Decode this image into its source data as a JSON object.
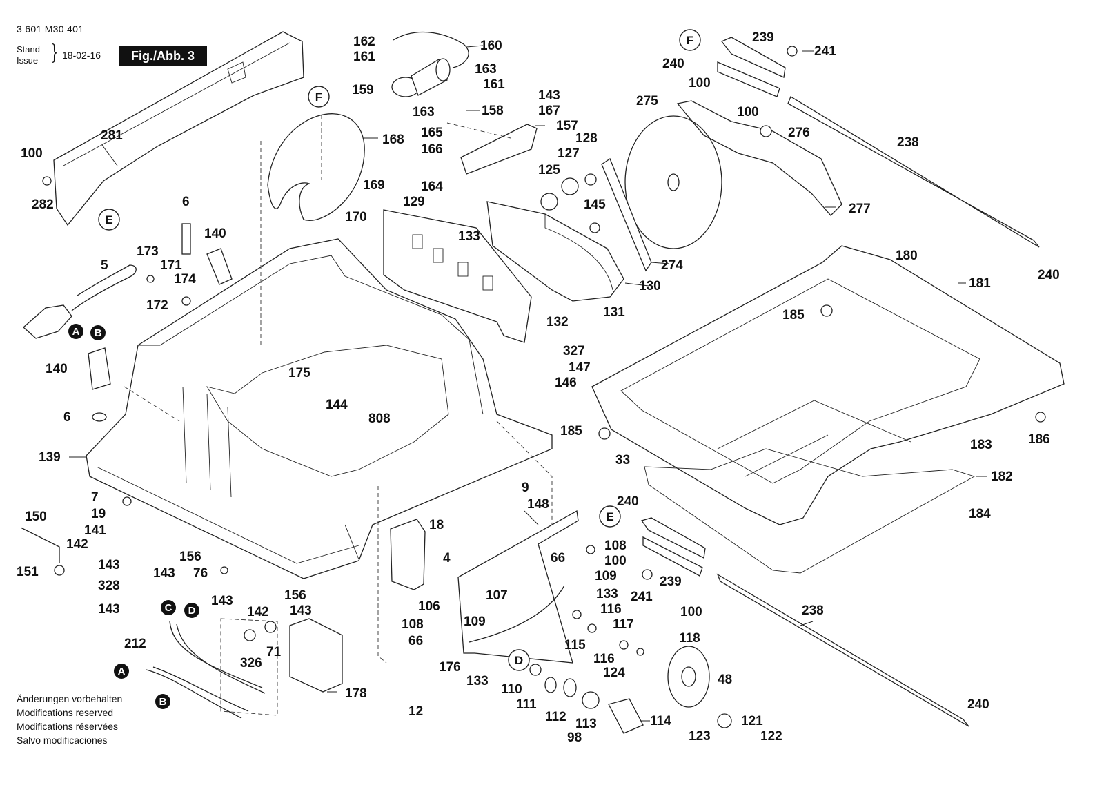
{
  "header": {
    "doc_number": "3 601 M30 401",
    "stand_label": "Stand",
    "issue_label": "Issue",
    "date": "18-02-16",
    "figure_label": "Fig./Abb. 3"
  },
  "disclaimer": [
    "Änderungen vorbehalten",
    "Modifications reserved",
    "Modifications réservées",
    "Salvo modificaciones"
  ],
  "part_labels": {
    "p281": "281",
    "p100a": "100",
    "p282": "282",
    "p6a": "6",
    "p140a": "140",
    "p173": "173",
    "p171": "171",
    "p5": "5",
    "p174": "174",
    "p172": "172",
    "p140b": "140",
    "p6b": "6",
    "p139": "139",
    "p7": "7",
    "p19": "19",
    "p150": "150",
    "p141": "141",
    "p142a": "142",
    "p156a": "156",
    "p151": "151",
    "p143a": "143",
    "p143b": "143",
    "p76": "76",
    "p328": "328",
    "p143c": "143",
    "p143d": "143",
    "p142b": "142",
    "p156b": "156",
    "p143e": "143",
    "p212": "212",
    "p326": "326",
    "p71": "71",
    "p178": "178",
    "p162": "162",
    "p160": "160",
    "p161a": "161",
    "p163a": "163",
    "p161b": "161",
    "p159": "159",
    "p163b": "163",
    "p158": "158",
    "p168": "168",
    "p165": "165",
    "p166": "166",
    "p164": "164",
    "p169": "169",
    "p170": "170",
    "p129": "129",
    "p133a": "133",
    "p175": "175",
    "p144": "144",
    "p808": "808",
    "p143f": "143",
    "p167": "167",
    "p157": "157",
    "p128": "128",
    "p127": "127",
    "p125": "125",
    "p145": "145",
    "p130": "130",
    "p132": "132",
    "p131": "131",
    "p327": "327",
    "p147": "147",
    "p146": "146",
    "p9": "9",
    "p148": "148",
    "p18": "18",
    "p4": "4",
    "p275": "275",
    "p274": "274",
    "p239a": "239",
    "p241a": "241",
    "p240a": "240",
    "p100b": "100",
    "p100c": "100",
    "p276": "276",
    "p277": "277",
    "p238a": "238",
    "p240b": "240",
    "p180": "180",
    "p181": "181",
    "p185a": "185",
    "p185b": "185",
    "p33": "33",
    "p186": "186",
    "p183": "183",
    "p182": "182",
    "p184": "184",
    "p240c": "240",
    "p108a": "108",
    "p100d": "100",
    "p66a": "66",
    "p109a": "109",
    "p107": "107",
    "p133b": "133",
    "p106": "106",
    "p108b": "108",
    "p109b": "109",
    "p66b": "66",
    "p176": "176",
    "p133c": "133",
    "p12": "12",
    "p239b": "239",
    "p241b": "241",
    "p100e": "100",
    "p238b": "238",
    "p240d": "240",
    "p116a": "116",
    "p115": "115",
    "p117": "117",
    "p116b": "116",
    "p124": "124",
    "p118": "118",
    "p48": "48",
    "p121": "121",
    "p123": "123",
    "p122": "122",
    "p110": "110",
    "p111": "111",
    "p112": "112",
    "p113": "113",
    "p114": "114",
    "p98": "98"
  },
  "callouts": {
    "F1": "F",
    "E1": "E",
    "F2": "F",
    "E2": "E",
    "D1": "D",
    "A1": "A",
    "B1": "B",
    "C2": "C",
    "D2": "D",
    "A2": "A",
    "B2": "B"
  }
}
